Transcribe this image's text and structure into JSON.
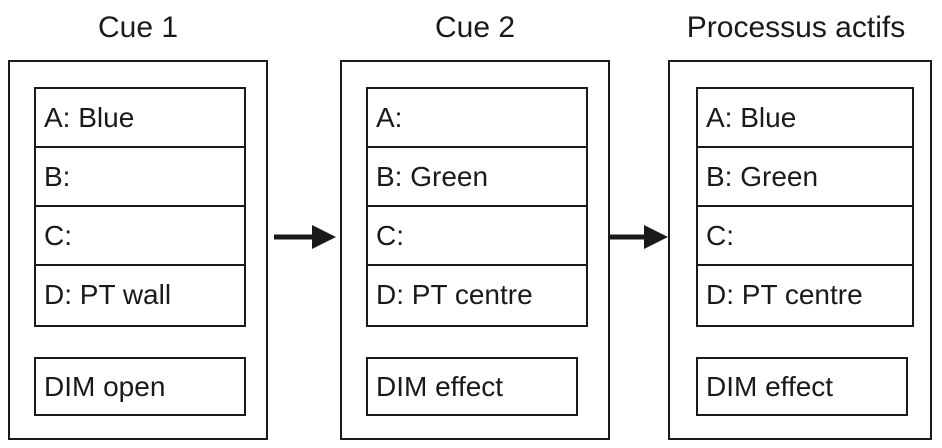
{
  "panels": [
    {
      "title": "Cue 1",
      "rows": [
        "A: Blue",
        "B:",
        "C:",
        "D: PT wall"
      ],
      "dim": "DIM open"
    },
    {
      "title": "Cue 2",
      "rows": [
        "A:",
        "B: Green",
        "C:",
        "D: PT centre"
      ],
      "dim": "DIM effect"
    },
    {
      "title": "Processus actifs",
      "rows": [
        "A: Blue",
        "B: Green",
        "C:",
        "D: PT centre"
      ],
      "dim": "DIM effect"
    }
  ]
}
